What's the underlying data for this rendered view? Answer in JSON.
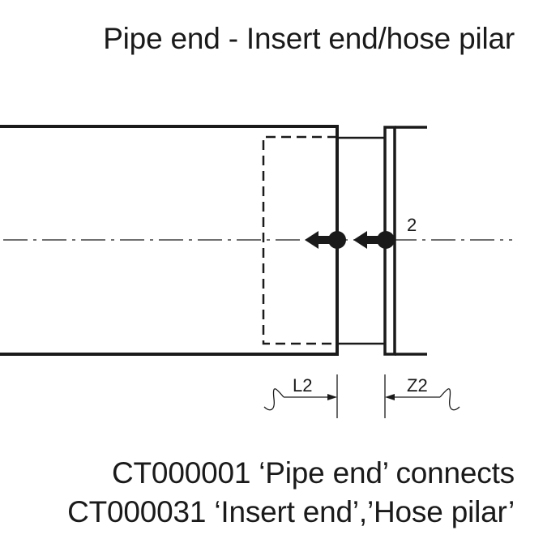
{
  "title": "Pipe end - Insert end/hose pilar",
  "diagram": {
    "connection_point_label": "2",
    "dimension_left_label": "L2",
    "dimension_right_label": "Z2"
  },
  "caption": {
    "line1": "CT000001 ‘Pipe end’ connects",
    "line2": "CT000031 ‘Insert end’,’Hose pilar’"
  },
  "colors": {
    "line": "#1a1a1a",
    "background": "#ffffff"
  }
}
